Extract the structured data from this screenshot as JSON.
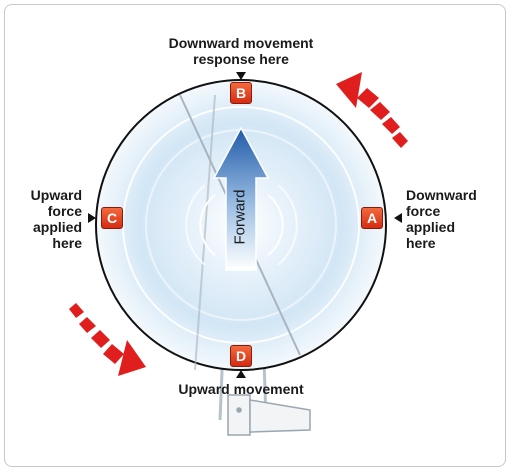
{
  "labels": {
    "top_line1": "Downward movement",
    "top_line2": "response here",
    "bottom": "Upward movement",
    "left_line1": "Upward",
    "left_line2": "force",
    "left_line3": "applied",
    "left_line4": "here",
    "right_line1": "Downward",
    "right_line2": "force",
    "right_line3": "applied",
    "right_line4": "here",
    "forward": "Forward"
  },
  "points": {
    "a": "A",
    "b": "B",
    "c": "C",
    "d": "D"
  },
  "colors": {
    "marker": "#e23a1a",
    "rotation_arrow": "#e01e1e",
    "forward_arrow": "#1f5aa8",
    "disc_glow": "#cfe3f3"
  }
}
